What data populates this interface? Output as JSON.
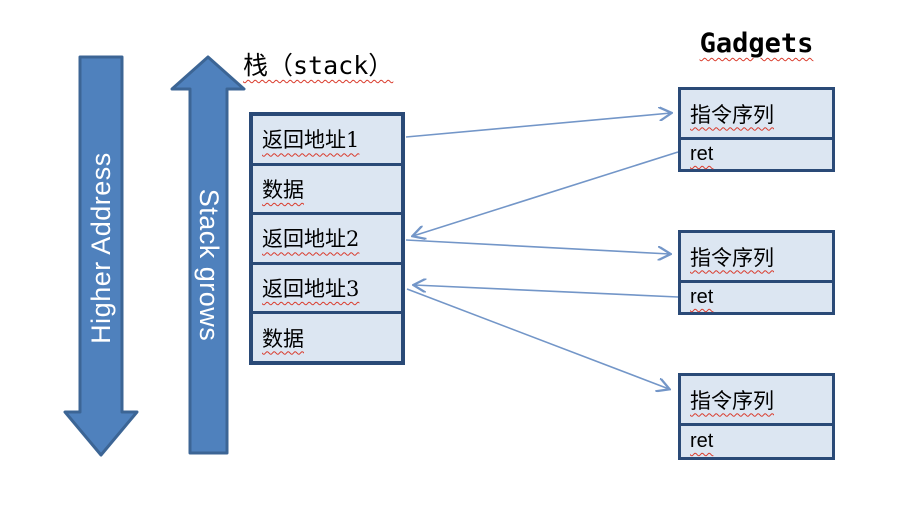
{
  "diagram": {
    "background": "#ffffff",
    "arrows": {
      "higher_address_label": "Higher Address",
      "stack_grows_label": "Stack grows"
    },
    "stack": {
      "title": "栈（stack）",
      "cells": [
        "返回地址1",
        "数据",
        "返回地址2",
        "返回地址3",
        "数据"
      ]
    },
    "gadgets": {
      "title": "Gadgets",
      "items": [
        {
          "instruction": "指令序列",
          "ret": "ret"
        },
        {
          "instruction": "指令序列",
          "ret": "ret"
        },
        {
          "instruction": "指令序列",
          "ret": "ret"
        }
      ]
    },
    "connections": [
      {
        "from": "stack-cell-return-address-1",
        "to": "gadget-1-instruction"
      },
      {
        "from": "gadget-1-ret",
        "to": "stack-cell-return-address-2"
      },
      {
        "from": "stack-cell-return-address-2",
        "to": "gadget-2-instruction"
      },
      {
        "from": "gadget-2-ret",
        "to": "stack-cell-return-address-3"
      },
      {
        "from": "stack-cell-return-address-3",
        "to": "gadget-3-instruction"
      }
    ],
    "colors": {
      "big_arrow_fill": "#4f81bd",
      "big_arrow_border": "#3c6595",
      "box_fill": "#dce6f2",
      "box_border": "#2a4a77",
      "connector": "#7396c8",
      "squiggle": "#d93a2b",
      "text": "#000000",
      "arrow_label_text": "#ffffff"
    }
  }
}
